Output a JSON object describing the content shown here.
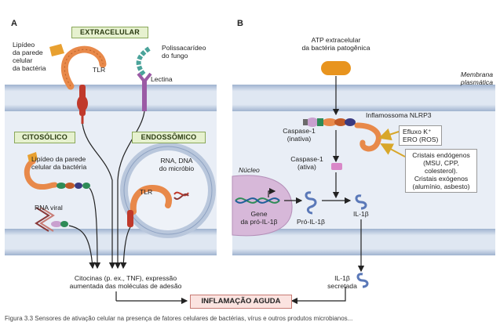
{
  "panel_a": {
    "letter": "A",
    "extracelular": "EXTRACELULAR",
    "citosolico": "CITOSÓLICO",
    "endossomico": "ENDOSSÔMICO",
    "lipideo_parede_top": [
      "Lipídeo",
      "da parede",
      "celular",
      "da bactéria"
    ],
    "tlr": "TLR",
    "polissacarideo": [
      "Polissacarídeo",
      "do fungo"
    ],
    "lectina": "Lectina",
    "lipideo_citosol": [
      "Lipídeo da parede",
      "celular da bactéria"
    ],
    "rna_viral": "RNA viral",
    "rna_dna": [
      "RNA, DNA",
      "do micróbio"
    ],
    "tlr_endo": "TLR",
    "citocinas": [
      "Citocinas (p. ex., TNF), expressão",
      "aumentada das moléculas de adesão"
    ]
  },
  "panel_b": {
    "letter": "B",
    "atp": [
      "ATP extracelular",
      "da bactéria patogênica"
    ],
    "membrana": [
      "Membrana",
      "plasmática"
    ],
    "inflamossoma": "Inflamossoma NLRP3",
    "caspase_inativa": [
      "Caspase-1",
      "(inativa)"
    ],
    "caspase_ativa": [
      "Caspase-1",
      "(ativa)"
    ],
    "efluxo": [
      "Efluxo K⁺",
      "ERO (ROS)"
    ],
    "cristais": [
      "Cristais endógenos",
      "(MSU, CPP,",
      "colesterol).",
      "Cristais exógenos",
      "(alumínio, asbesto)"
    ],
    "nucleo": "Núcleo",
    "gene": [
      "Gene",
      "da pró-IL-1β"
    ],
    "pro_il": "Pró-IL-1β",
    "il1b": "IL-1β",
    "il1b_secretada": [
      "IL-1β",
      "secretada"
    ]
  },
  "inflamacao": "INFLAMAÇÃO AGUDA",
  "caption": "Figura 3.3 Sensores de ativação celular na presença de fatores celulares de bactérias, vírus e outros produtos microbianos...",
  "colors": {
    "membrane_fill": "#c9d6e8",
    "receptor_orange": "#e8894a",
    "receptor_red": "#c0392b",
    "green_box": "#e6f1cf",
    "pink_box": "#fbe3e0",
    "nucleus": "#d7b8d9",
    "il_blue": "#5a78b8",
    "atp_orange": "#e8941e"
  }
}
